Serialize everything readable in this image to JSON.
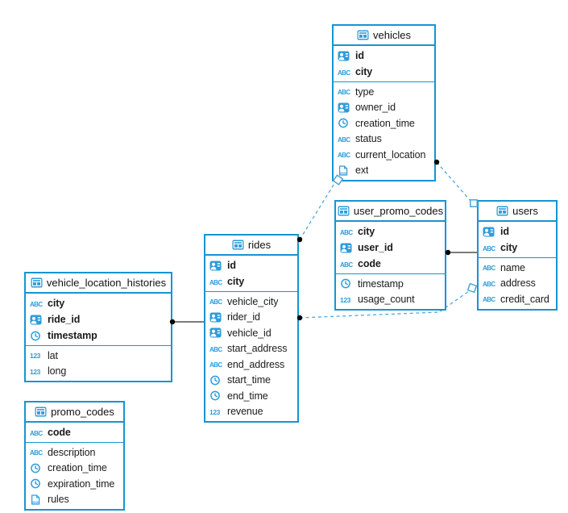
{
  "colors": {
    "table_border": "#1794d2",
    "icon_blue": "#2d9cda",
    "relation_dashed": "#4fa8dc",
    "relation_solid": "#2f2f2f",
    "endpoint_dot": "#000000",
    "endpoint_square_stroke": "#4aa5da",
    "text": "#1b1b1b"
  },
  "diagram": {
    "tables": [
      {
        "name": "vehicles",
        "icon": "table",
        "primary_key_columns": [
          {
            "icon": "user-card",
            "label": "id"
          },
          {
            "icon": "abc",
            "label": "city"
          }
        ],
        "columns": [
          {
            "icon": "abc",
            "label": "type"
          },
          {
            "icon": "user-card",
            "label": "owner_id"
          },
          {
            "icon": "clock",
            "label": "creation_time"
          },
          {
            "icon": "abc",
            "label": "status"
          },
          {
            "icon": "abc",
            "label": "current_location"
          },
          {
            "icon": "json",
            "label": "ext"
          }
        ]
      },
      {
        "name": "user_promo_codes",
        "icon": "table",
        "primary_key_columns": [
          {
            "icon": "abc",
            "label": "city"
          },
          {
            "icon": "user-card",
            "label": "user_id"
          },
          {
            "icon": "abc",
            "label": "code"
          }
        ],
        "columns": [
          {
            "icon": "clock",
            "label": "timestamp"
          },
          {
            "icon": "numeric",
            "label": "usage_count"
          }
        ]
      },
      {
        "name": "users",
        "icon": "table",
        "primary_key_columns": [
          {
            "icon": "user-card",
            "label": "id"
          },
          {
            "icon": "abc",
            "label": "city"
          }
        ],
        "columns": [
          {
            "icon": "abc",
            "label": "name"
          },
          {
            "icon": "abc",
            "label": "address"
          },
          {
            "icon": "abc",
            "label": "credit_card"
          }
        ]
      },
      {
        "name": "rides",
        "icon": "table",
        "primary_key_columns": [
          {
            "icon": "user-card",
            "label": "id"
          },
          {
            "icon": "abc",
            "label": "city"
          }
        ],
        "columns": [
          {
            "icon": "abc",
            "label": "vehicle_city"
          },
          {
            "icon": "user-card",
            "label": "rider_id"
          },
          {
            "icon": "user-card",
            "label": "vehicle_id"
          },
          {
            "icon": "abc",
            "label": "start_address"
          },
          {
            "icon": "abc",
            "label": "end_address"
          },
          {
            "icon": "clock",
            "label": "start_time"
          },
          {
            "icon": "clock",
            "label": "end_time"
          },
          {
            "icon": "numeric",
            "label": "revenue"
          }
        ]
      },
      {
        "name": "vehicle_location_histories",
        "icon": "table",
        "primary_key_columns": [
          {
            "icon": "abc",
            "label": "city"
          },
          {
            "icon": "user-card",
            "label": "ride_id"
          },
          {
            "icon": "clock",
            "label": "timestamp"
          }
        ],
        "columns": [
          {
            "icon": "numeric",
            "label": "lat"
          },
          {
            "icon": "numeric",
            "label": "long"
          }
        ]
      },
      {
        "name": "promo_codes",
        "icon": "table",
        "primary_key_columns": [
          {
            "icon": "abc",
            "label": "code"
          }
        ],
        "columns": [
          {
            "icon": "abc",
            "label": "description"
          },
          {
            "icon": "clock",
            "label": "creation_time"
          },
          {
            "icon": "clock",
            "label": "expiration_time"
          },
          {
            "icon": "json",
            "label": "rules"
          }
        ]
      }
    ],
    "relations": [
      {
        "from": "rides",
        "to": "vehicles",
        "style": "dashed"
      },
      {
        "from": "vehicles",
        "to": "users",
        "style": "dashed"
      },
      {
        "from": "user_promo_codes",
        "to": "users",
        "style": "solid"
      },
      {
        "from": "rides",
        "to": "users",
        "style": "dashed"
      },
      {
        "from": "vehicle_location_histories",
        "to": "rides",
        "style": "solid"
      }
    ]
  }
}
